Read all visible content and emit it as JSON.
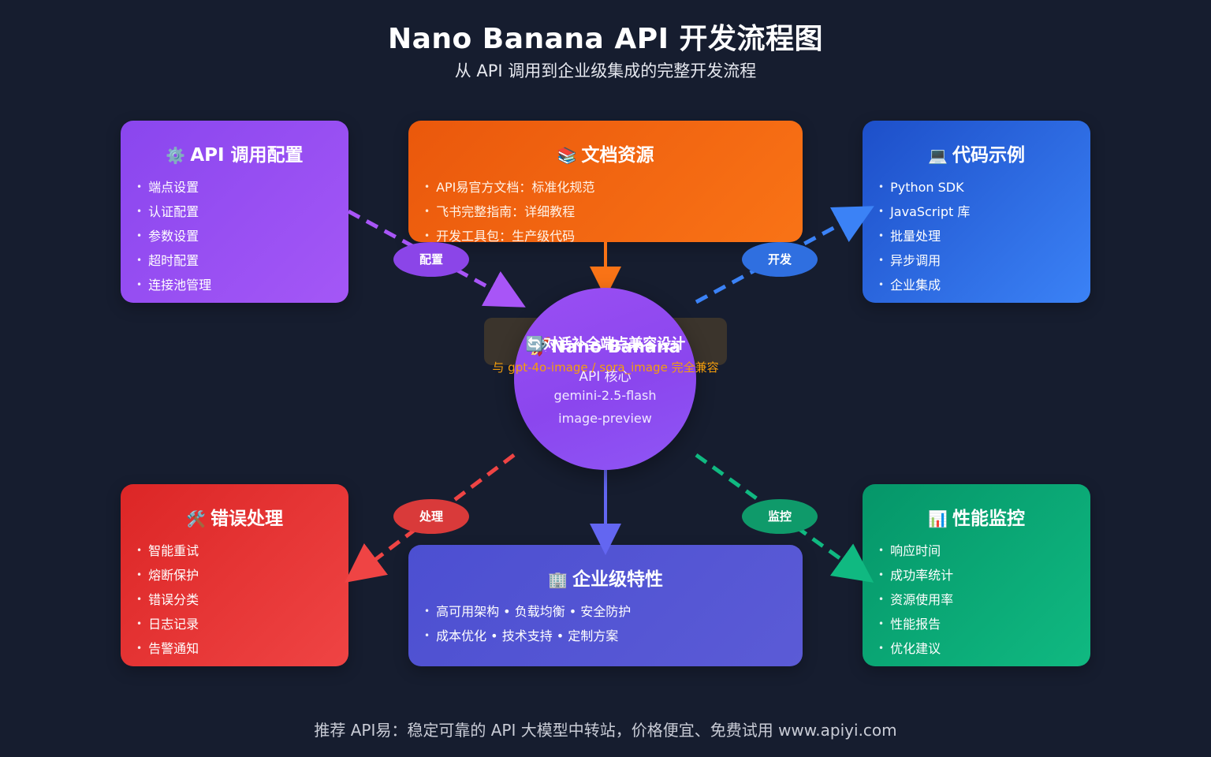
{
  "title": "Nano Banana API 开发流程图",
  "subtitle": "从 API 调用到企业级集成的完整开发流程",
  "colors": {
    "background": "#161d2f",
    "purple": "#8b46ee",
    "orange": "#f97316",
    "blue": "#3b82f6",
    "red": "#ef4444",
    "indigo": "#5b5bd6",
    "green": "#10b981",
    "amber_text": "#f59e0b"
  },
  "cards": {
    "api_config": {
      "icon": "⚙️",
      "icon_name": "gear-icon",
      "title": "API 调用配置",
      "items": [
        "端点设置",
        "认证配置",
        "参数设置",
        "超时配置",
        "连接池管理"
      ]
    },
    "docs": {
      "icon": "📚",
      "icon_name": "books-icon",
      "title": "文档资源",
      "items": [
        "API易官方文档：标准化规范",
        "飞书完整指南：详细教程",
        "开发工具包：生产级代码"
      ]
    },
    "code": {
      "icon": "💻",
      "icon_name": "laptop-icon",
      "title": "代码示例",
      "items": [
        "Python SDK",
        "JavaScript 库",
        "批量处理",
        "异步调用",
        "企业集成"
      ]
    },
    "error": {
      "icon": "🛠️",
      "icon_name": "tools-icon",
      "title": "错误处理",
      "items": [
        "智能重试",
        "熔断保护",
        "错误分类",
        "日志记录",
        "告警通知"
      ]
    },
    "enterprise": {
      "icon": "🏢",
      "icon_name": "building-icon",
      "title": "企业级特性",
      "items": [
        "高可用架构 • 负载均衡 • 安全防护",
        "成本优化 • 技术支持 • 定制方案"
      ]
    },
    "monitor": {
      "icon": "📊",
      "icon_name": "bar-chart-icon",
      "title": "性能监控",
      "items": [
        "响应时间",
        "成功率统计",
        "资源使用率",
        "性能报告",
        "优化建议"
      ]
    }
  },
  "connectors": {
    "config": "配置",
    "dev": "开发",
    "handle": "处理",
    "monitor": "监控"
  },
  "core": {
    "icon": "🚀",
    "icon_name": "rocket-icon",
    "title": "Nano Banana",
    "subtitle": "API 核心",
    "model_line1": "gemini-2.5-flash",
    "model_line2": "image-preview"
  },
  "banner": {
    "icon": "🔄",
    "icon_name": "refresh-icon",
    "title": "对话补全端点兼容设计",
    "subtitle": "与 gpt-4o-image / sora_image 完全兼容"
  },
  "footer": "推荐 API易：稳定可靠的 API 大模型中转站，价格便宜、免费试用 www.apiyi.com"
}
